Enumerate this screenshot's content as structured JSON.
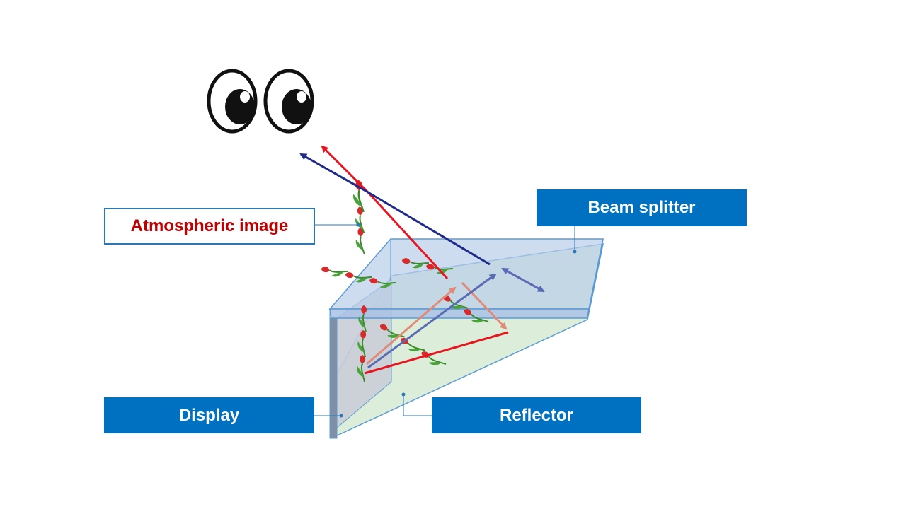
{
  "labels": {
    "atmospheric_image": "Atmospheric image",
    "beam_splitter": "Beam splitter",
    "display": "Display",
    "reflector": "Reflector"
  },
  "colors": {
    "label_fill": "#0070c0",
    "label_text": "#ffffff",
    "atmospheric_label_text": "#c00000",
    "ray_red": "#e8141f",
    "ray_blue": "#1f2a8a",
    "ray_red_faded": "#e08a7a",
    "ray_blue_faded": "#5a6bb5",
    "beam_splitter": "#b9cde8",
    "reflector": "#d6ebd2"
  },
  "icons": [
    "eye-icon",
    "tulip-icon"
  ]
}
